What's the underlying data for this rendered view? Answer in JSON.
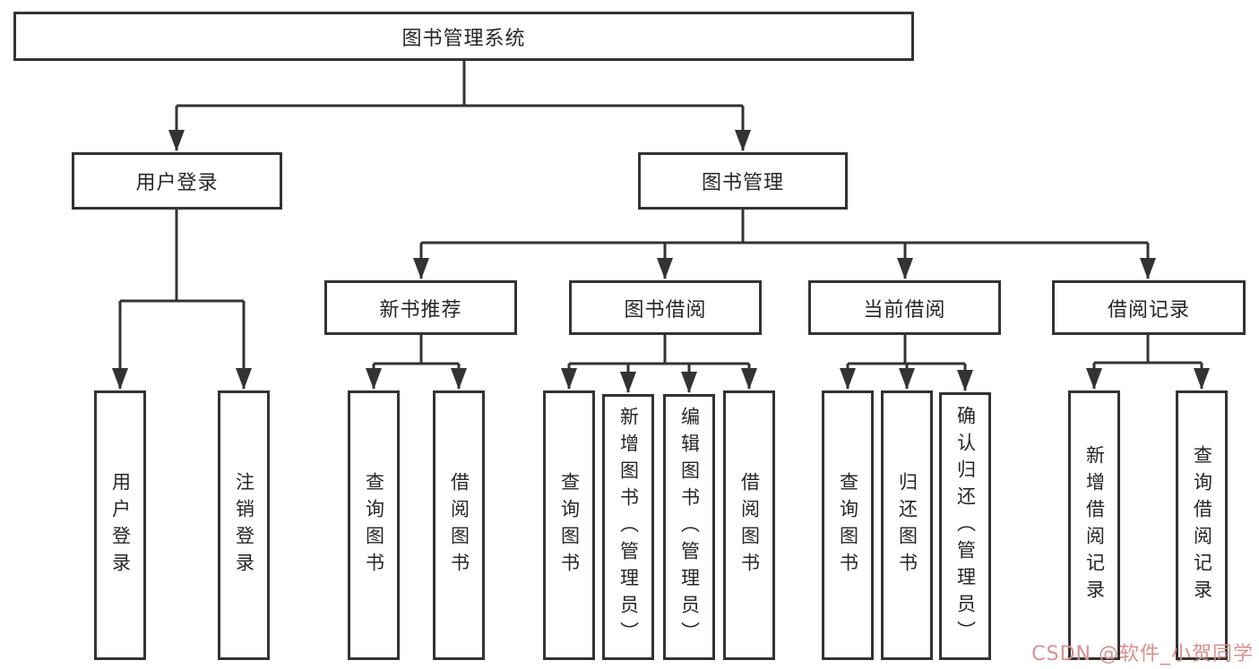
{
  "tree": {
    "root": {
      "label": "图书管理系统"
    },
    "children": [
      {
        "label": "用户登录",
        "children": [
          {
            "label": "用户登录"
          },
          {
            "label": "注销登录"
          }
        ]
      },
      {
        "label": "图书管理",
        "children": [
          {
            "label": "新书推荐",
            "children": [
              {
                "label": "查询图书"
              },
              {
                "label": "借阅图书"
              }
            ]
          },
          {
            "label": "图书借阅",
            "children": [
              {
                "label": "查询图书"
              },
              {
                "label": "新增图书（管理员）"
              },
              {
                "label": "编辑图书（管理员）"
              },
              {
                "label": "借阅图书"
              }
            ]
          },
          {
            "label": "当前借阅",
            "children": [
              {
                "label": "查询图书"
              },
              {
                "label": "归还图书"
              },
              {
                "label": "确认归还（管理员）"
              }
            ]
          },
          {
            "label": "借阅记录",
            "children": [
              {
                "label": "新增借阅记录"
              },
              {
                "label": "查询借阅记录"
              }
            ]
          }
        ]
      }
    ]
  },
  "watermark": {
    "text": "CSDN @软件_小贺同学"
  },
  "colors": {
    "line": "#333333",
    "box_border": "#333333",
    "text": "#262626",
    "watermark": "#d98f8f",
    "background": "#ffffff"
  }
}
